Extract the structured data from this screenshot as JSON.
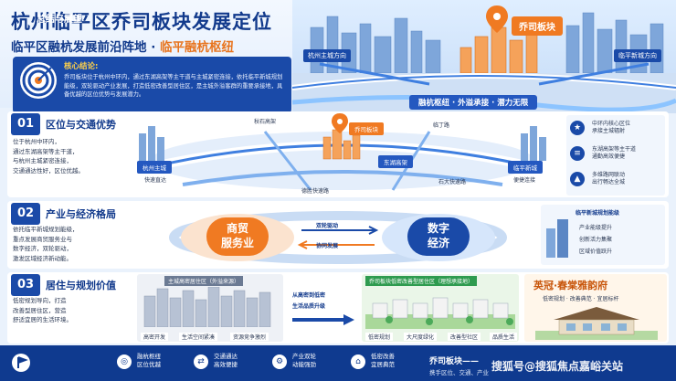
{
  "header": {
    "title": "杭州临平区乔司板块发展定位",
    "subtitle_a": "临平区融杭发展前沿阵地",
    "subtitle_sep": "·",
    "subtitle_b": "临平融杭枢纽"
  },
  "conclusion": {
    "title": "核心结论:",
    "text": "乔司板块位于杭州中环内，通过东湖高架等主干道与主城紧密连接，依托临平新城规划能级，双轮驱动产业发展，打造低密改善型居住区，是主城外溢客群的重要承接地，具备优越的区位优势与发展潜力。"
  },
  "hero": {
    "left_tag": "杭州主城方向",
    "right_tag": "临平新城方向",
    "center_tag": "乔司板块",
    "caption": "融杭枢纽 · 外溢承接 · 潜力无限"
  },
  "s1": {
    "num": "01",
    "title": "区位与交通优势",
    "desc": [
      "位于杭州中环内，",
      "通过东湖高架等主干道，",
      "与杭州主城紧密连接，",
      "交通通达性好，区位优越。"
    ],
    "hz_label": "杭州主城",
    "hz_sub": "快速直达",
    "lp_label": "临平新城",
    "lp_sub": "便捷连接",
    "block_tag": "乔司板块",
    "elevated": "东湖高架",
    "rd1": "秋石高架",
    "rd2": "德胜快速路",
    "rd3": "石大快速路",
    "rd4": "临丁路",
    "side": [
      {
        "icon": "★",
        "text": [
          "中环内核心区位",
          "承接主城辐射"
        ]
      },
      {
        "icon": "≡",
        "text": [
          "东湖高架等主干道",
          "通勤高效便捷"
        ]
      },
      {
        "icon": "▲",
        "text": [
          "多维路网联动",
          "出行畅达全城"
        ]
      }
    ]
  },
  "s2": {
    "num": "02",
    "title": "产业与经济格局",
    "desc": [
      "依托临平新城规划能级，",
      "重点发展商贸服务业与",
      "数字经济，双轮驱动，",
      "激发区域经济新动能。"
    ],
    "left_big": [
      "商贸",
      "服务业"
    ],
    "center_a": "双轮驱动",
    "center_b": "协同发展",
    "right_big": [
      "数字",
      "经济"
    ],
    "rp_title": "临平新城规划能级",
    "rp_items": [
      "产业能级提升",
      "创新活力集聚",
      "区域价值跃升"
    ]
  },
  "s3": {
    "num": "03",
    "title": "居住与规划价值",
    "desc": [
      "低密规划导向，打造",
      "改善型居住区，营造",
      "舒适宜居的生活环境。"
    ],
    "left_caption": "主城高密居住区（外溢来源）",
    "left_tags": [
      "高密开发",
      "生活空间紧凑",
      "资源竞争激烈"
    ],
    "arrow_a": "从高密到低密",
    "arrow_b": "生活品质升级",
    "mid_caption": "乔司板块低密改善型居住区（理想承接地）",
    "mid_tags": [
      "低密规划",
      "大尺度绿化",
      "改善型社区",
      "品质生活"
    ],
    "brand": "英冠·春棠雅韵府",
    "brand_sub": "低密规划 · 改善典范 · 宜居标杆"
  },
  "footer": {
    "title": "总结与展望",
    "items": [
      {
        "icon": "◎",
        "text": [
          "融杭枢纽",
          "区位优越"
        ]
      },
      {
        "icon": "⇄",
        "text": [
          "交通通达",
          "高效便捷"
        ]
      },
      {
        "icon": "⚙",
        "text": [
          "产业双轮",
          "动能强劲"
        ]
      },
      {
        "icon": "⌂",
        "text": [
          "低密改善",
          "宜居典范"
        ]
      }
    ],
    "final_a": "乔司板块——",
    "final_b": "携手区位、交通、产业",
    "watermark": "搜狐号@搜狐焦点嘉峪关站"
  },
  "colors": {
    "primary": "#1a4aa8",
    "accent": "#f07a22",
    "dark": "#0f3a8f"
  }
}
